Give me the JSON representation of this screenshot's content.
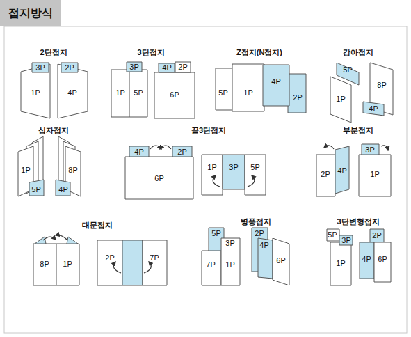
{
  "diagram": {
    "title": "접지방식",
    "labels": [
      "2단접지",
      "3P",
      "2P",
      "1P",
      "4P",
      "3단접지",
      "3P",
      "4P",
      "2P",
      "1P",
      "5P",
      "6P",
      "Z접지(N접지)",
      "5P",
      "1P",
      "4P",
      "2P",
      "감아접지",
      "5P",
      "1P",
      "8P",
      "4P",
      "십자접지",
      "1P",
      "8P",
      "5P",
      "4P",
      "끝3단접지",
      "4P",
      "2P",
      "6P",
      "1P",
      "3P",
      "5P",
      "부분접지",
      "3P",
      "2P",
      "4P",
      "1P",
      "대문접지",
      "8P",
      "1P",
      "2P",
      "7P",
      "병풍접지",
      "5P",
      "2P",
      "3P",
      "4P",
      "7P",
      "1P",
      "6P",
      "3단변형접지",
      "5P",
      "3P",
      "2P",
      "1P",
      "4P",
      "6P"
    ]
  }
}
